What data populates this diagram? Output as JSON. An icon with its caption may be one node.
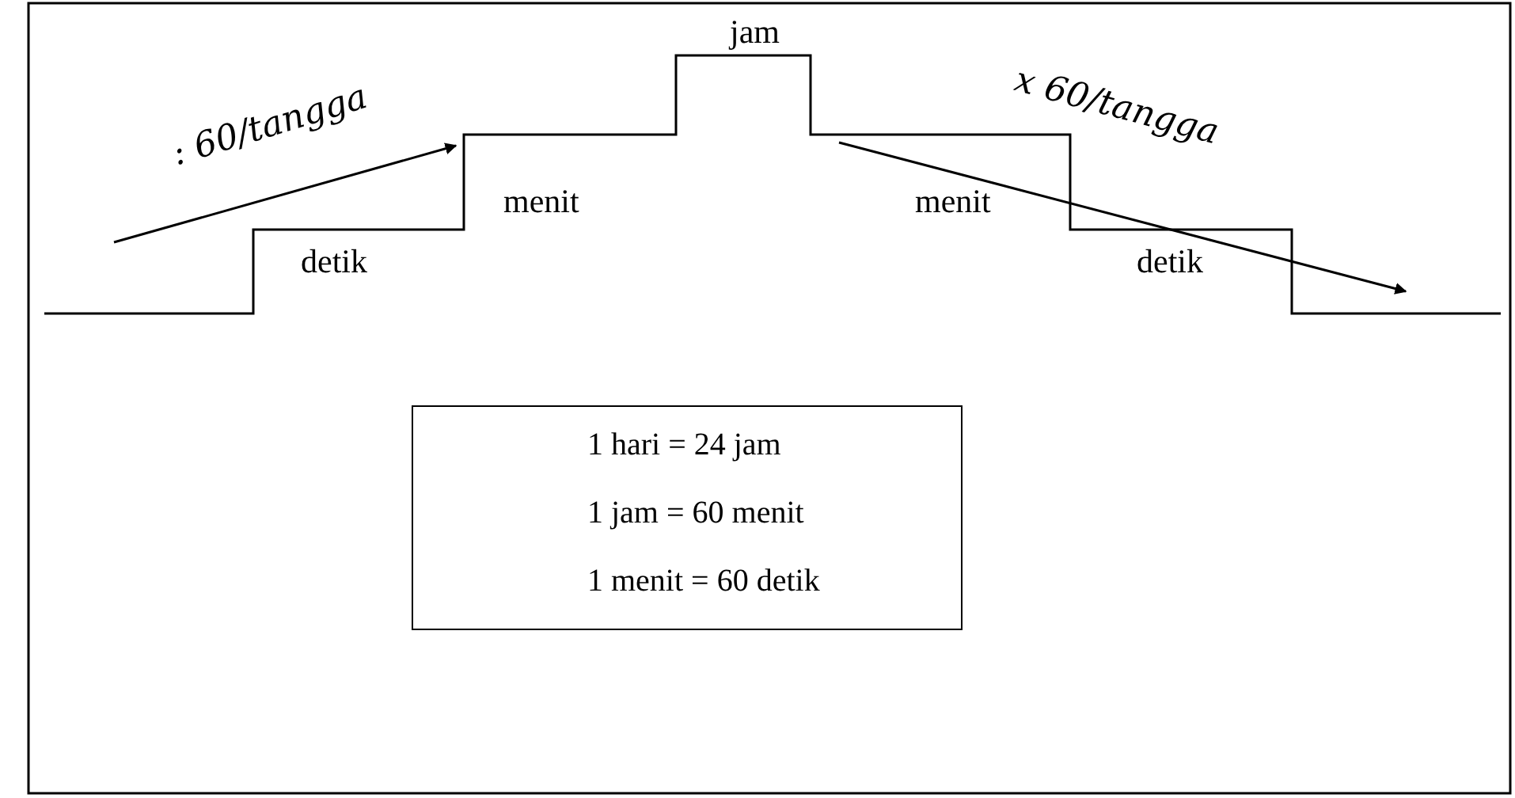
{
  "diagram": {
    "nodes": [
      {
        "text": [
          "1 hari = 24 jam",
          "1 jam = 60 menit",
          "1 menit = 60 detik"
        ]
      }
    ],
    "labels": [
      ": 60/tangga",
      "jam",
      "x 60/tangga",
      "menit",
      "menit",
      "detik",
      "detik"
    ]
  }
}
